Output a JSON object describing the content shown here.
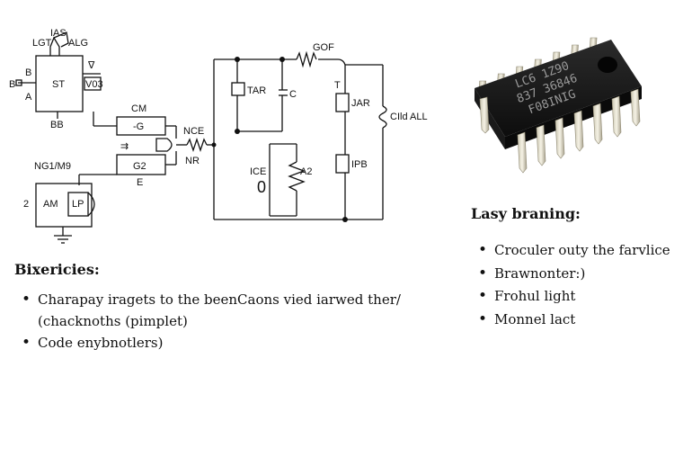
{
  "schematic": {
    "labels": {
      "top_as": "IAS",
      "lgt": "LGT",
      "alg": "ALG",
      "b": "B",
      "b_pin": "B",
      "a": "A",
      "st": "ST",
      "v03": "V03",
      "v_top": "∇",
      "bb": "BB",
      "cm": "CM",
      "g": "-G",
      "eq": "⇉",
      "nce": "NCE",
      "nr": "NR",
      "g2": "G2",
      "e": "E",
      "ng": "NG1/M9",
      "num2": "2",
      "am": "AM",
      "lp": "LP",
      "gof": "GOF",
      "tar": "TAR",
      "c": "C",
      "t": "T",
      "jar": "JAR",
      "cild": "CIld ALL",
      "ice": "ICE",
      "zero": "0",
      "a2": "A2",
      "ipb": "IPB"
    }
  },
  "chip": {
    "lines": [
      "LC6 1Z90",
      "837 36846",
      "F08INIG"
    ]
  },
  "left_section": {
    "heading": "Bixericies:",
    "items": [
      "Charapay iragets to the beenCaons vied iarwed ther/",
      "(chacknoths (pimplet)",
      "Code enybnotlers)"
    ]
  },
  "right_section": {
    "heading": "Lasy braning:",
    "items": [
      "Croculer outy the farvlice",
      "Brawnonter:)",
      "Frohul light",
      "Monnel lact"
    ]
  }
}
